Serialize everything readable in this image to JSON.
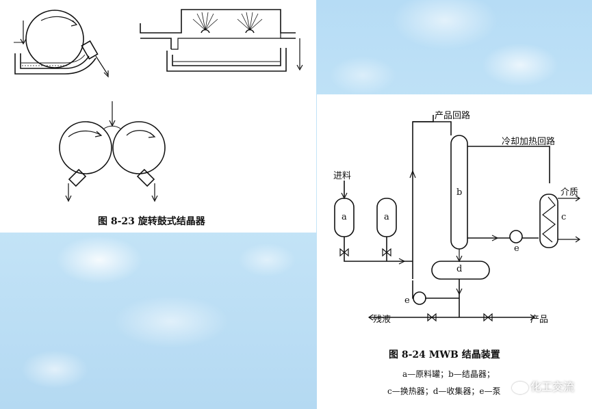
{
  "fig823": {
    "caption": "图 8-23    旋转鼓式结晶器"
  },
  "fig824": {
    "caption": "图 8-24    MWB 结晶装置",
    "legend_line1": "a—原料罐；b—结晶器；",
    "legend_line2": "c—换热器；d—收集器；e—泵",
    "labels": {
      "product_loop": "产品回路",
      "cool_heat_loop": "冷却加热回路",
      "feed": "进料",
      "medium": "介质",
      "residue": "残液",
      "product": "产品",
      "tank_a1": "a",
      "tank_a2": "a",
      "crystallizer_b": "b",
      "exchanger_c": "c",
      "collector_d": "d",
      "pump_e1": "e",
      "pump_e2": "e"
    }
  },
  "watermark": "化工交流"
}
